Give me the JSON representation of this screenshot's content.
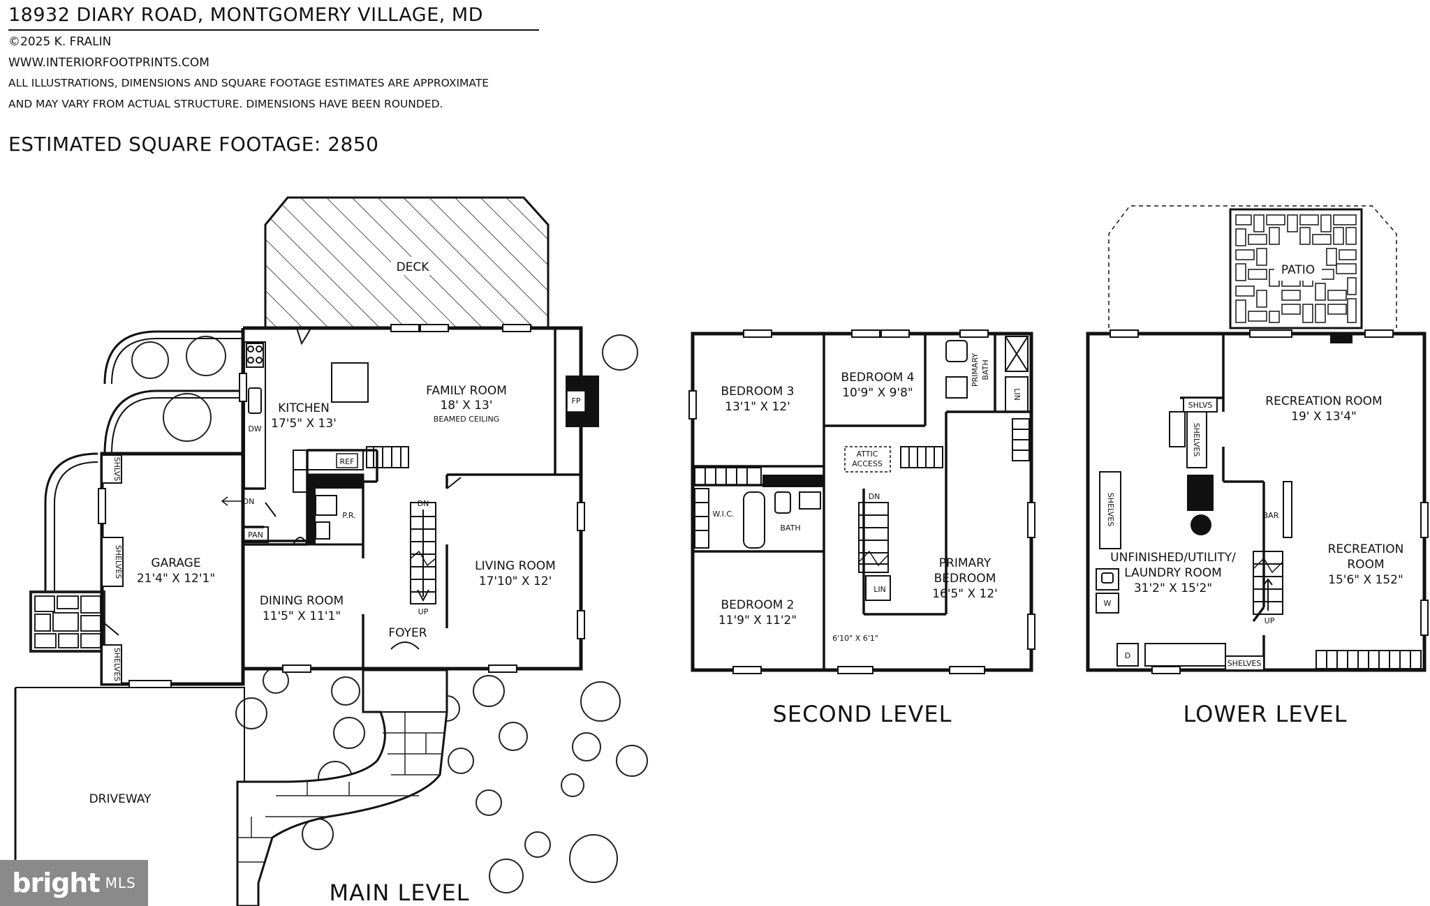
{
  "header": {
    "address": "18932 DIARY ROAD, MONTGOMERY VILLAGE, MD",
    "copyright": "©2025 K. FRALIN",
    "website": "WWW.INTERIORFOOTPRINTS.COM",
    "disclaimer_line1": "ALL ILLUSTRATIONS, DIMENSIONS AND SQUARE FOOTAGE ESTIMATES ARE APPROXIMATE",
    "disclaimer_line2": "AND MAY VARY FROM ACTUAL STRUCTURE. DIMENSIONS HAVE BEEN ROUNDED.",
    "square_footage": "ESTIMATED SQUARE FOOTAGE: 2850"
  },
  "main_level": {
    "title": "MAIN LEVEL",
    "deck": "DECK",
    "kitchen": {
      "name": "KITCHEN",
      "dims": "17'5\" X 13'"
    },
    "family_room": {
      "name": "FAMILY ROOM",
      "dims": "18' X 13'",
      "note": "BEAMED CEILING"
    },
    "fireplace": "FP",
    "dishwasher": "DW",
    "refrigerator": "REF",
    "pantry": "PAN",
    "powder_room": "P.R.",
    "garage": {
      "name": "GARAGE",
      "dims": "21'4\" X 12'1\""
    },
    "garage_shelves": [
      "SHLVS",
      "SHELVES",
      "SHELVES"
    ],
    "dining_room": {
      "name": "DINING ROOM",
      "dims": "11'5\" X 11'1\""
    },
    "living_room": {
      "name": "LIVING ROOM",
      "dims": "17'10\" X 12'"
    },
    "foyer": "FOYER",
    "stairs_down": "DN",
    "stairs_up": "UP",
    "garage_dn": "DN",
    "driveway": "DRIVEWAY"
  },
  "second_level": {
    "title": "SECOND LEVEL",
    "bedroom3": {
      "name": "BEDROOM 3",
      "dims": "13'1\" X 12'"
    },
    "bedroom4": {
      "name": "BEDROOM 4",
      "dims": "10'9\" X 9'8\""
    },
    "primary_bath": [
      "PRIMARY",
      "BATH"
    ],
    "linen_top": "LIN",
    "attic": [
      "ATTIC",
      "ACCESS"
    ],
    "wic": "W.I.C.",
    "bath": "BATH",
    "stairs_down": "DN",
    "linen_hall": "LIN",
    "bedroom2": {
      "name": "BEDROOM 2",
      "dims": "11'9\" X 11'2\""
    },
    "primary_bedroom": {
      "name_line1": "PRIMARY",
      "name_line2": "BEDROOM",
      "dims": "16'5\" X 12'"
    },
    "hall_dims": "6'10\" X 6'1\""
  },
  "lower_level": {
    "title": "LOWER LEVEL",
    "patio": "PATIO",
    "recreation_room": {
      "name": "RECREATION ROOM",
      "dims": "19' X 13'4\""
    },
    "shlvs": "SHLVS",
    "shelves_mid": "SHELVES",
    "shelves_left": "SHELVES",
    "shelves_bottom": "SHELVES",
    "utility": {
      "line1": "UNFINISHED/UTILITY/",
      "line2": "LAUNDRY ROOM",
      "dims": "31'2\" X 15'2\""
    },
    "washer": "W",
    "dryer": "D",
    "bar": "BAR",
    "recreation_room2": {
      "line1": "RECREATION",
      "line2": "ROOM",
      "dims": "15'6\" X 152\""
    },
    "stairs_up": "UP"
  },
  "watermark": {
    "brand": "bright",
    "suffix": "MLS"
  }
}
